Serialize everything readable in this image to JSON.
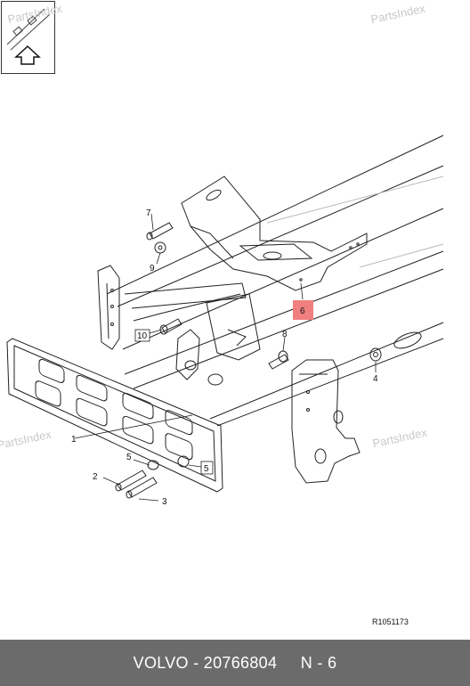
{
  "watermark": "PartsIndex",
  "reference_code": "R1051173",
  "footer": {
    "brand": "VOLVO",
    "part_number": "20766804",
    "position": "N - 6"
  },
  "callouts": {
    "c1": "1",
    "c2": "2",
    "c3": "3",
    "c4": "4",
    "c5a": "5",
    "c5b": "5",
    "c6": "6",
    "c7": "7",
    "c8": "8",
    "c9": "9",
    "c10": "10"
  },
  "colors": {
    "highlight": "#f07f7f",
    "footer_bg": "#6b6b6b",
    "watermark": "#c9c9c9"
  }
}
